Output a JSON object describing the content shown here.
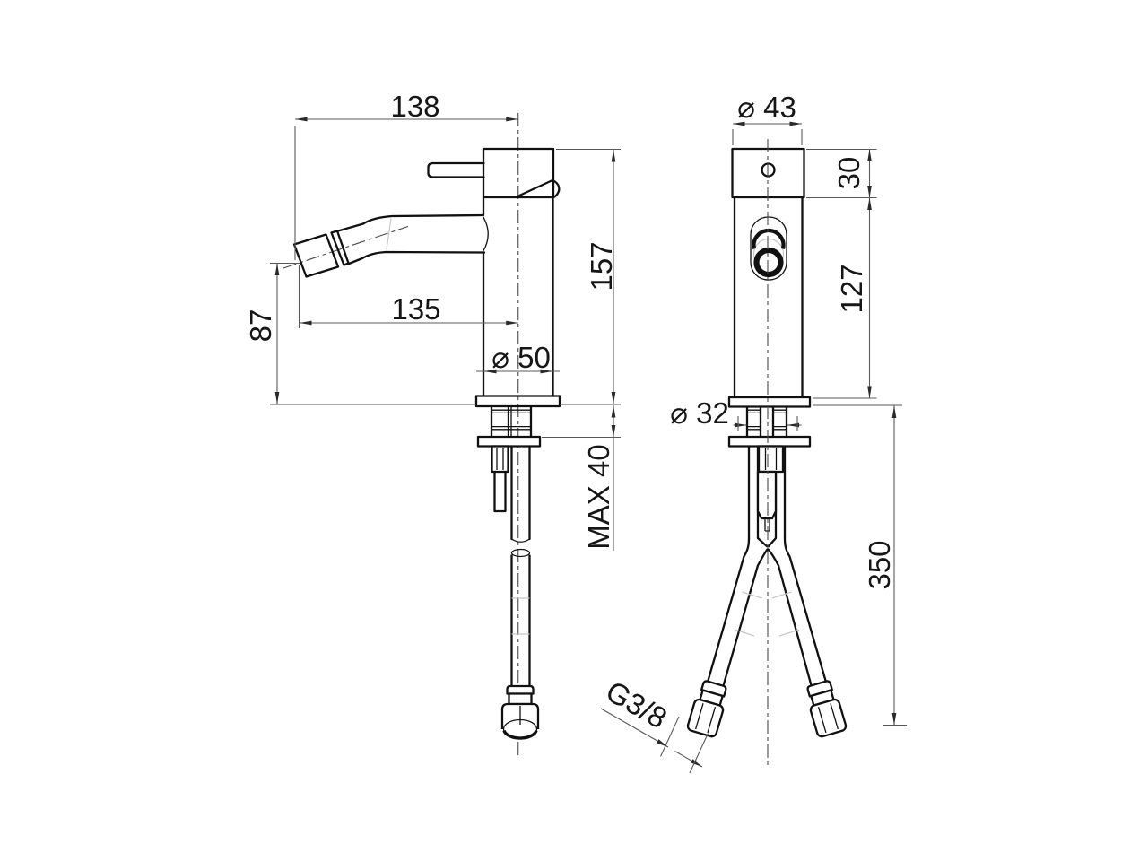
{
  "drawing": {
    "background_color": "#ffffff",
    "line_color": "#111111",
    "dimension_line_color": "#5a5a5a",
    "side_view": {
      "dim_spout_projection_total": "138",
      "dim_overall_height": "157",
      "dim_spout_projection": "135",
      "dim_spout_height": "87",
      "dim_body_diameter": "⌀ 50",
      "dim_deck_thickness_max": "MAX 40"
    },
    "front_view": {
      "dim_top_diameter": "⌀ 43",
      "dim_top_height": "30",
      "dim_body_height": "127",
      "dim_shank_diameter": "⌀ 32",
      "dim_hose_length": "350",
      "dim_connection_thread": "G3/8"
    }
  }
}
